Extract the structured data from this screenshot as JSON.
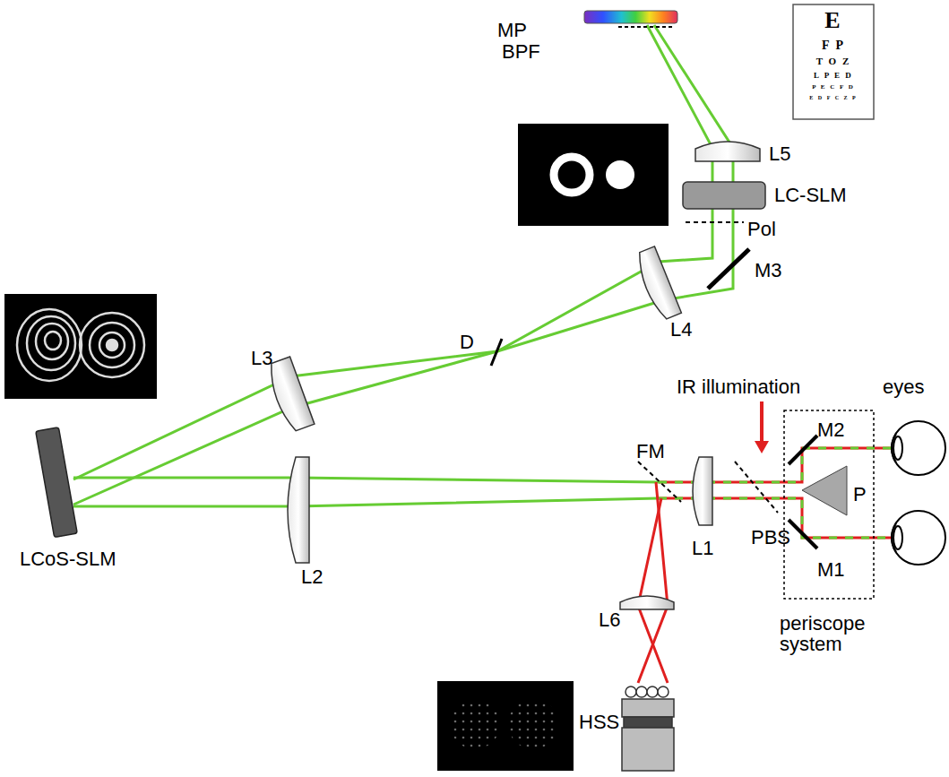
{
  "diagram": {
    "labels": [
      "MP",
      "BPF",
      "L5",
      "LC-SLM",
      "Pol",
      "M3",
      "L4",
      "D",
      "L3",
      "LCoS-SLM",
      "L2",
      "IR illumination",
      "eyes",
      "M2",
      "FM",
      "L1",
      "PBS",
      "P",
      "M1",
      "periscope system",
      "L6",
      "HSS",
      "E",
      "F P",
      "T O Z",
      "L P E D",
      "P E C F D",
      "E D F C Z P"
    ]
  }
}
